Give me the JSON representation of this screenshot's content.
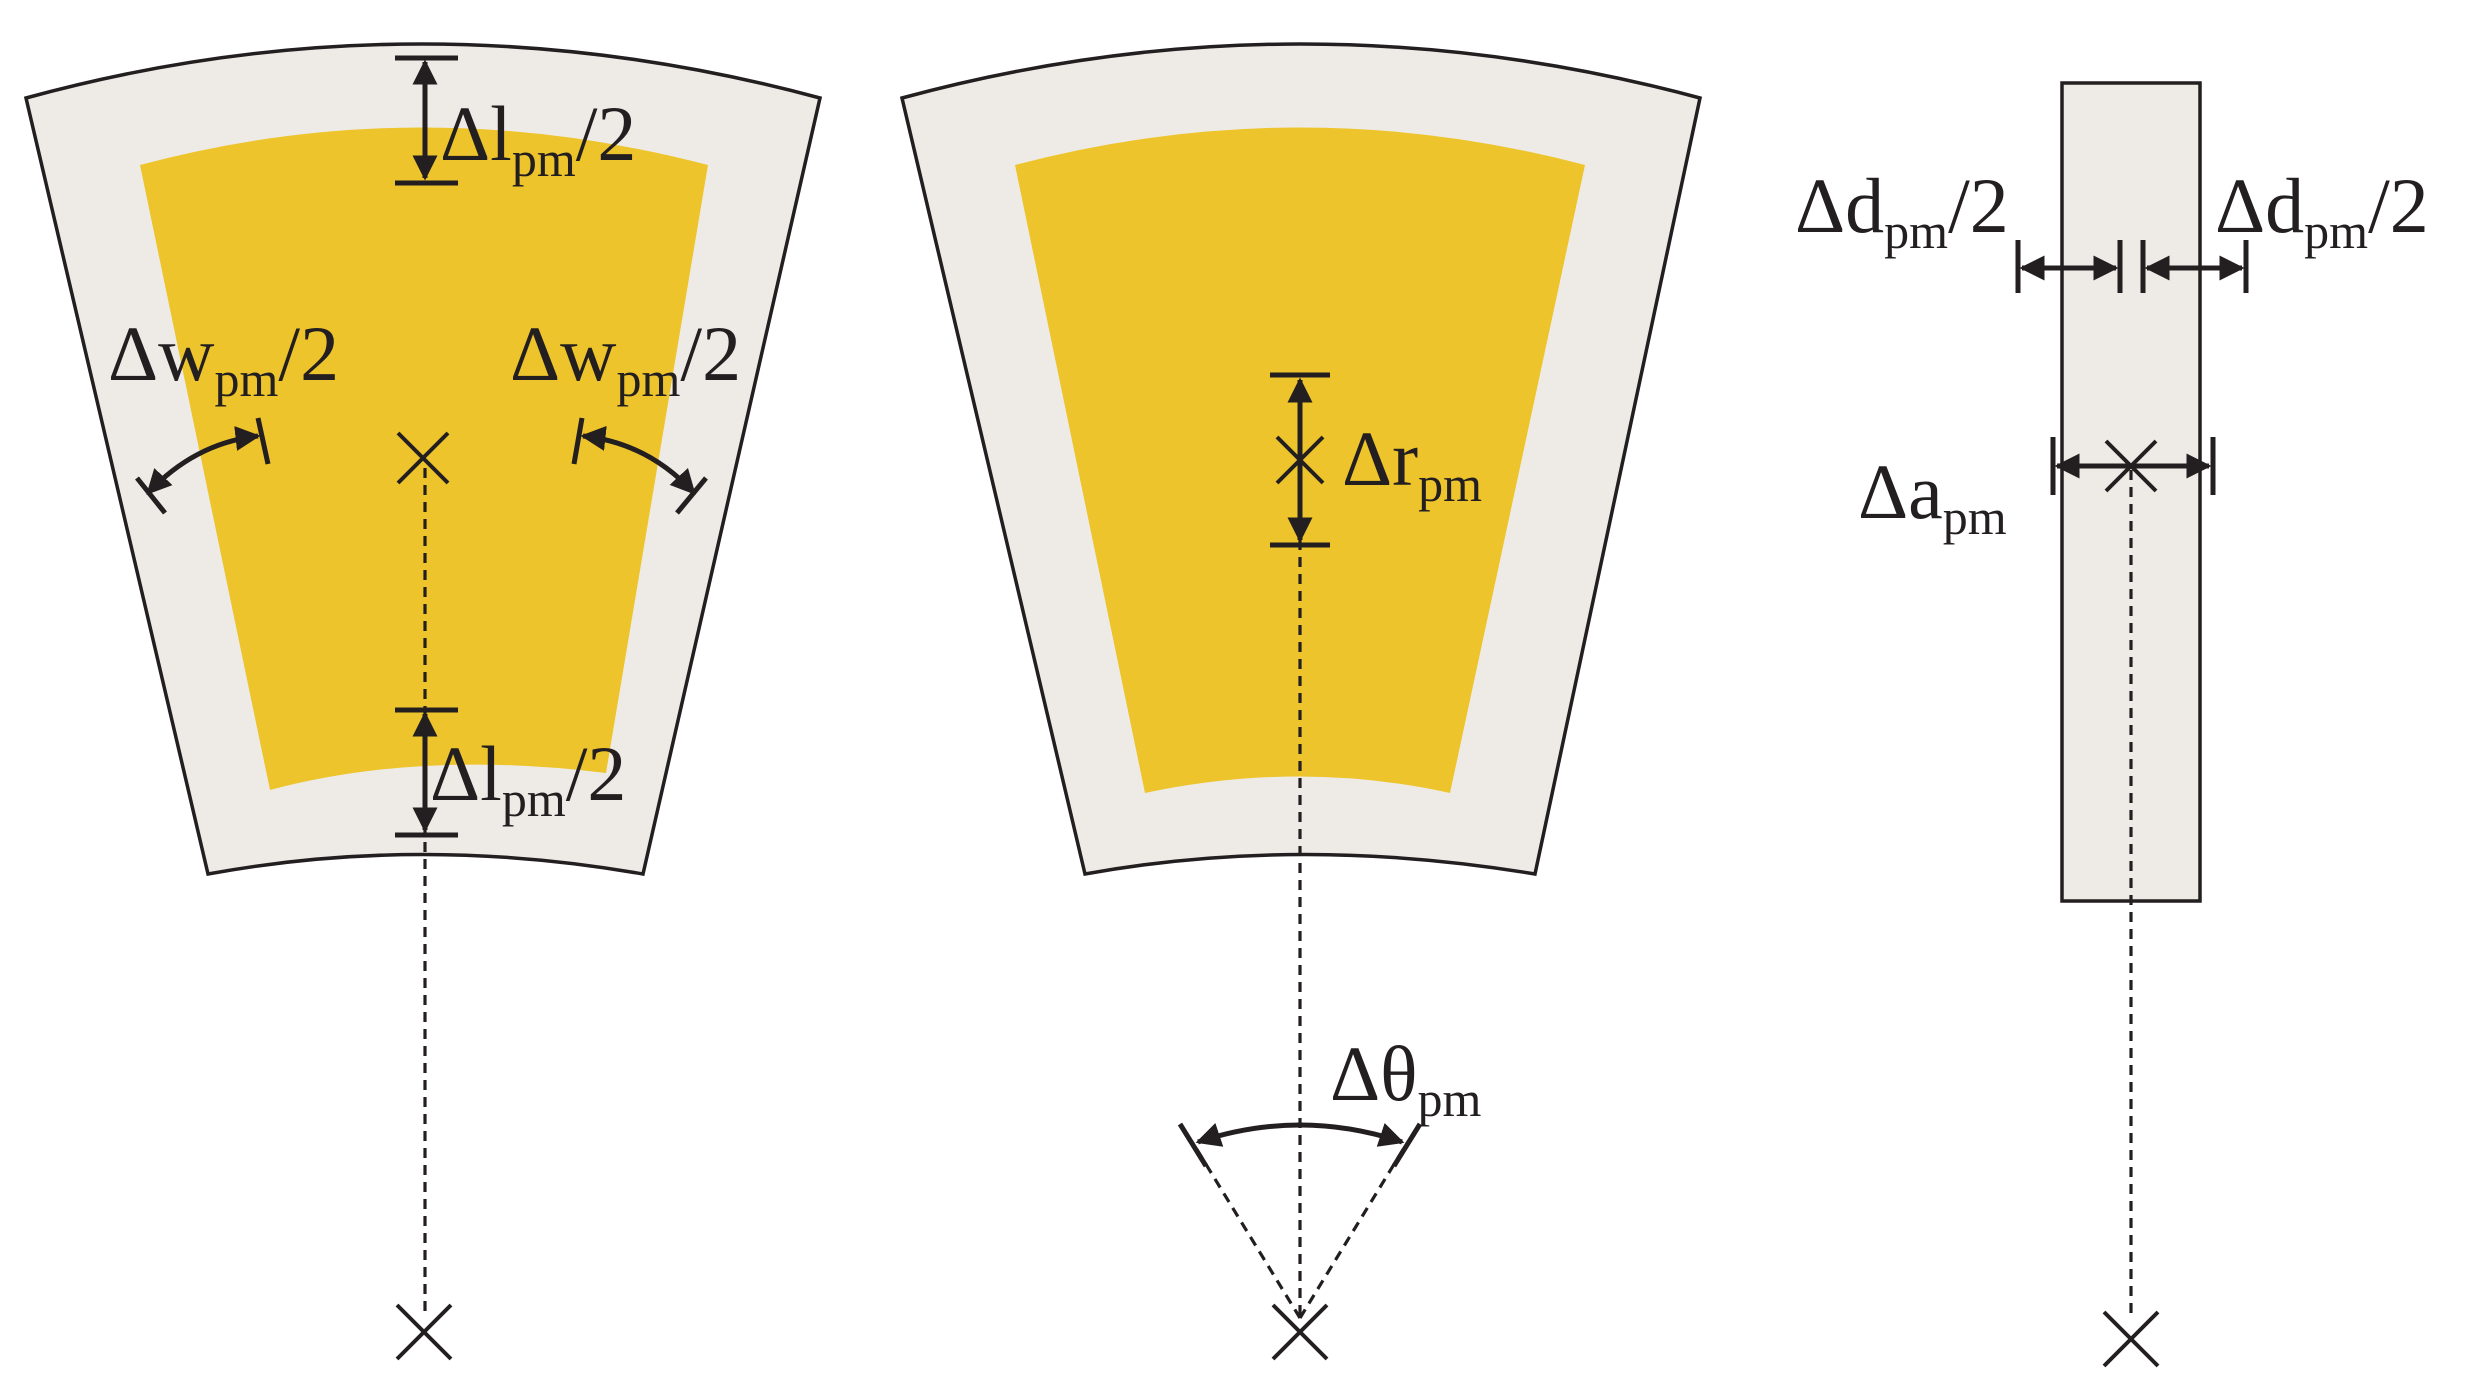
{
  "colors": {
    "frame_fill": "#eeebe7",
    "magnet_fill": "#edc42b",
    "ink": "#231f20"
  },
  "labels": {
    "dl_top": {
      "base": "Δl",
      "sub": "pm",
      "suffix": "/2"
    },
    "dl_bottom": {
      "base": "Δl",
      "sub": "pm",
      "suffix": "/2"
    },
    "dw_left": {
      "base": "Δw",
      "sub": "pm",
      "suffix": "/2"
    },
    "dw_right": {
      "base": "Δw",
      "sub": "pm",
      "suffix": "/2"
    },
    "dr": {
      "base": "Δr",
      "sub": "pm",
      "suffix": ""
    },
    "dtheta": {
      "base": "Δθ",
      "sub": "pm",
      "suffix": ""
    },
    "dd_left": {
      "base": "Δd",
      "sub": "pm",
      "suffix": "/2"
    },
    "dd_right": {
      "base": "Δd",
      "sub": "pm",
      "suffix": "/2"
    },
    "da": {
      "base": "Δa",
      "sub": "pm",
      "suffix": ""
    }
  }
}
